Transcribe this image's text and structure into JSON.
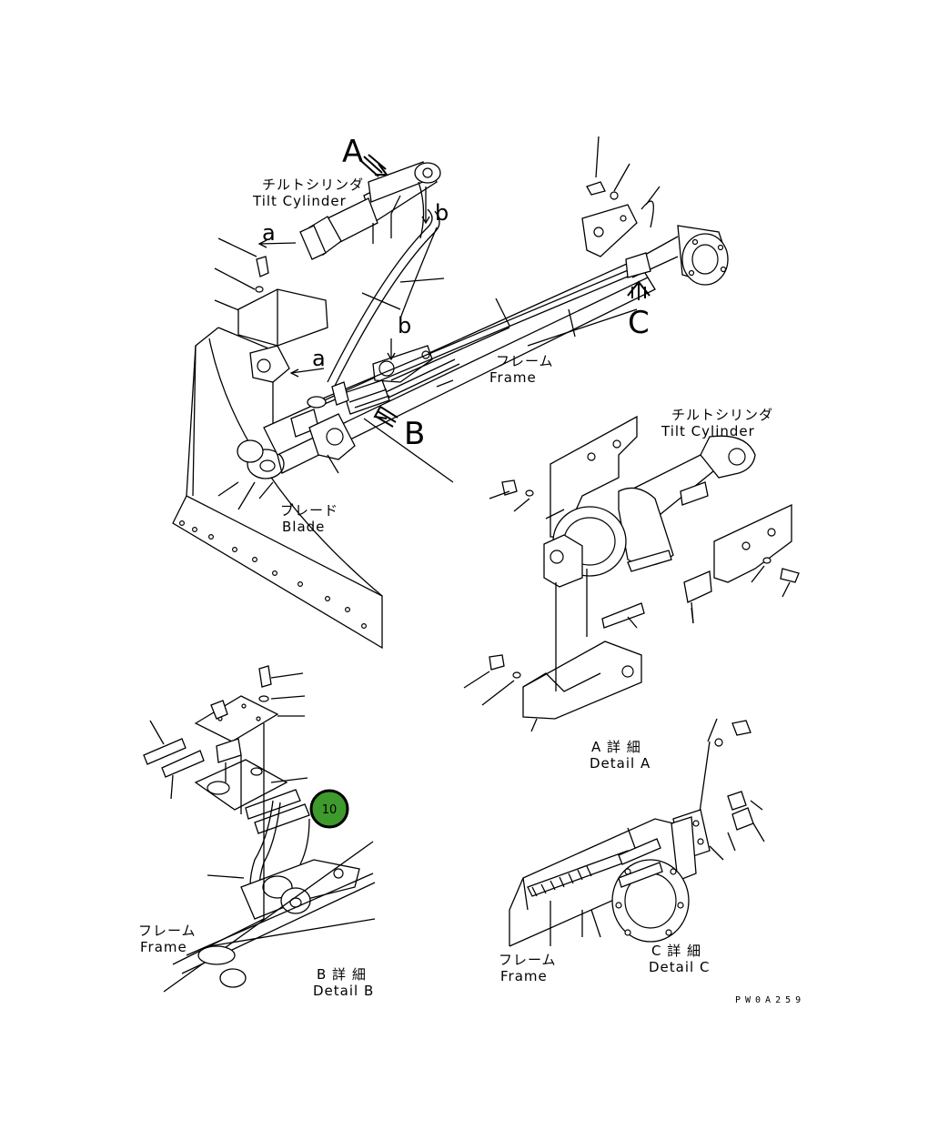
{
  "labels": {
    "tilt_cylinder_top": {
      "jp": "チルトシリンダ",
      "en": "Tilt Cylinder"
    },
    "tilt_cylinder_right": {
      "jp": "チルトシリンダ",
      "en": "Tilt Cylinder"
    },
    "frame_top": {
      "jp": "フレーム",
      "en": "Frame"
    },
    "blade": {
      "jp": "ブレード",
      "en": "Blade"
    },
    "detail_a": {
      "jp": "A 詳 細",
      "en": "Detail A"
    },
    "frame_detail_b": {
      "jp": "フレーム",
      "en": "Frame"
    },
    "detail_b": {
      "jp": "B 詳 細",
      "en": "Detail B"
    },
    "frame_detail_c": {
      "jp": "フレーム",
      "en": "Frame"
    },
    "detail_c": {
      "jp": "C 詳 細",
      "en": "Detail C"
    }
  },
  "view_letters": {
    "A": "A",
    "B": "B",
    "C": "C",
    "a_upper": "a",
    "a_lower": "a",
    "b_upper": "b",
    "b_lower": "b"
  },
  "callout": {
    "number": "10",
    "color": "#3e9a2c",
    "border": "#000000"
  },
  "drawing_code": "PW0A259"
}
